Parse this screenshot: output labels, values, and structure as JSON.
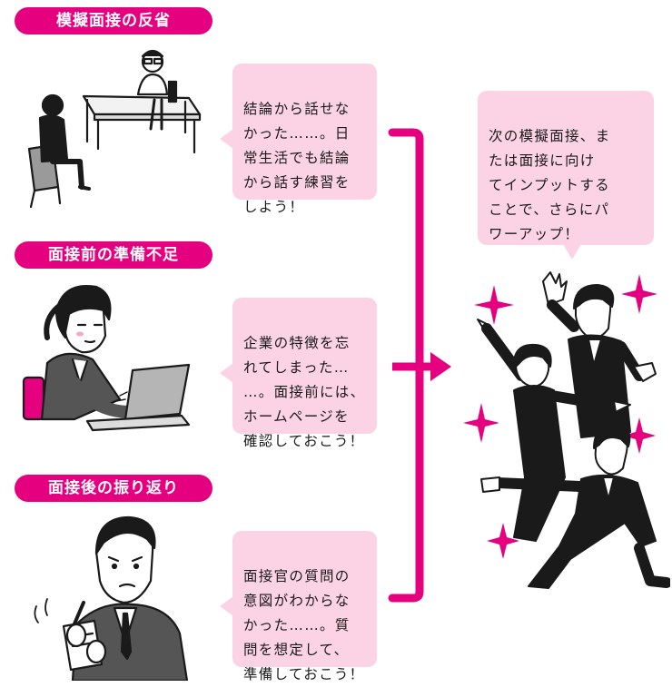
{
  "colors": {
    "accent": "#e5007f",
    "bubble": "#fbd3e4",
    "ink": "#1a1a1a"
  },
  "sections": [
    {
      "title": "模擬面接の反省",
      "bubble": "結論から話せな\nかった……。日\n常生活でも結論\nから話す練習を\nしよう！",
      "illustration": "interview-desk"
    },
    {
      "title": "面接前の準備不足",
      "bubble": "企業の特徴を忘\nれてしまった…\n…。面接前には、\nホームページを\n確認しておこう！",
      "illustration": "woman-at-laptop"
    },
    {
      "title": "面接後の振り返り",
      "bubble": "面接官の質問の\n意図がわからな\nかった……。質\n問を想定して、\n準備しておこう！",
      "illustration": "man-with-notepad"
    }
  ],
  "result": {
    "bubble": "次の模擬面接、ま\nたは面接に向け\nてインプットする\nことで、さらにパ\nワーアップ！",
    "illustration": "three-people-posing"
  }
}
